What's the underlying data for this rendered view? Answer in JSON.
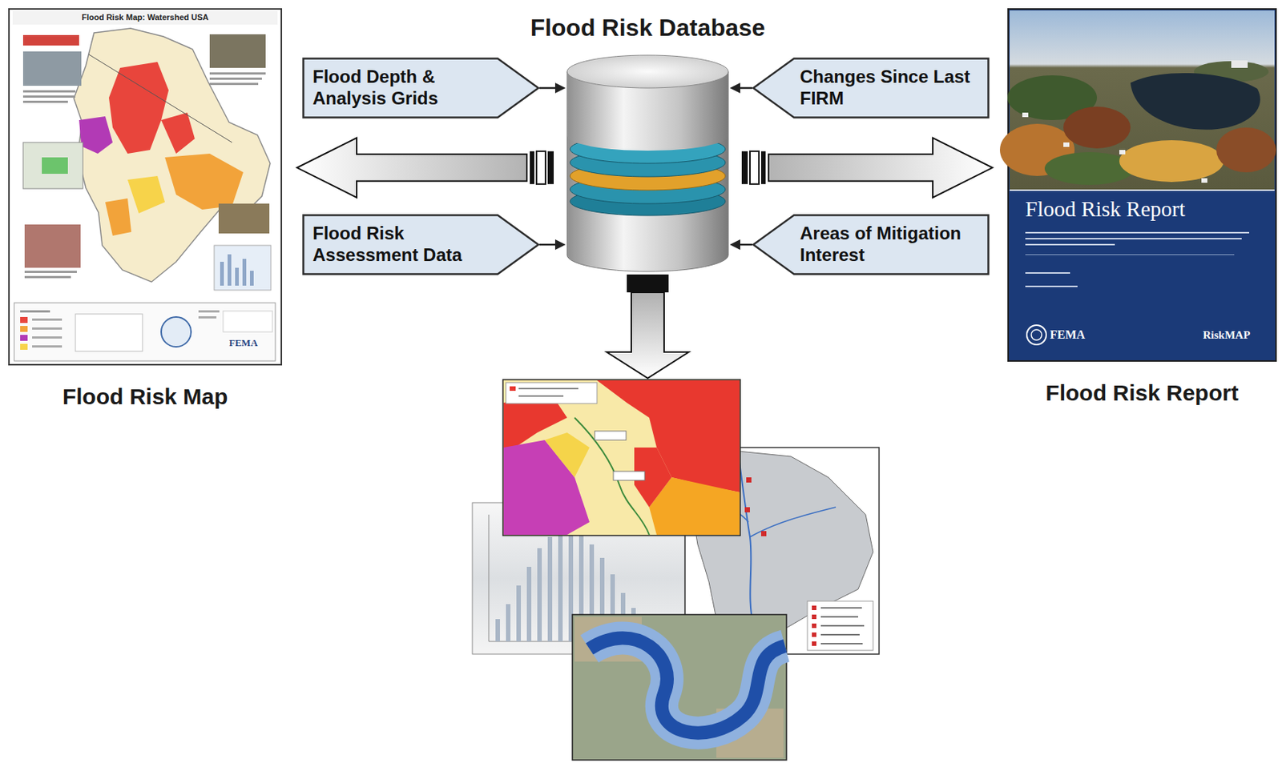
{
  "diagram": {
    "nodes": [
      {
        "text": [
          "Flood Risk Database"
        ]
      },
      {
        "text": [
          "Flood Depth & Analysis Grids"
        ]
      },
      {
        "text": [
          "Changes Since Last FIRM"
        ]
      },
      {
        "text": [
          "Flood Risk Assessment Data"
        ]
      },
      {
        "text": [
          "Areas of Mitigation Interest"
        ]
      },
      {
        "text": [
          "Flood Risk Map",
          "Flood Risk Map: Watershed USA",
          "FEMA"
        ]
      },
      {
        "text": [
          "Flood Risk Report",
          "Flood Risk Report",
          "FEMA",
          "RiskMAP"
        ]
      }
    ],
    "edges": [
      {
        "from": 1,
        "to": 0,
        "arrow": "to"
      },
      {
        "from": 2,
        "to": 0,
        "arrow": "to"
      },
      {
        "from": 3,
        "to": 0,
        "arrow": "to"
      },
      {
        "from": 4,
        "to": 0,
        "arrow": "to"
      },
      {
        "from": 0,
        "to": 5,
        "arrow": "to"
      },
      {
        "from": 0,
        "to": 6,
        "arrow": "to"
      }
    ]
  }
}
